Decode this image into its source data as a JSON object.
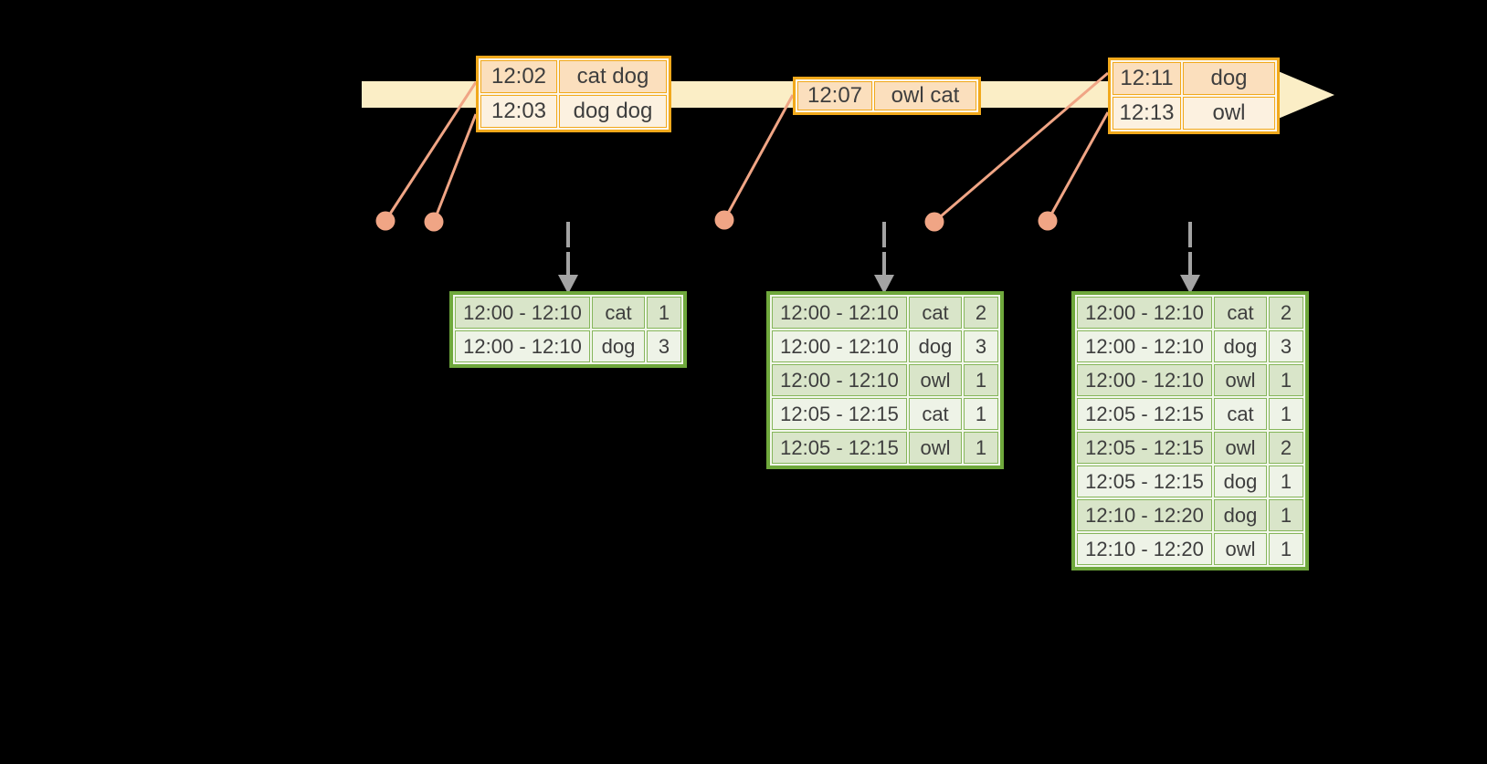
{
  "canvas": {
    "background": "#000000"
  },
  "colors": {
    "canvas_bg": "#000000",
    "timeline_fill": "#fbeec6",
    "event_border": "#f1a91c",
    "event_row_a": "#fbdfbd",
    "event_row_b": "#fcf1e0",
    "event_gap": "#fdf6ea",
    "connector": "#f0a585",
    "trigger_arrow": "#a3a3a3",
    "result_border": "#6fa83c",
    "result_cell_outline": "#86b65b",
    "result_row_a": "#d9e5c9",
    "result_row_b": "#eef3e7",
    "result_gap": "#f3f7ec",
    "text": "#3e3e3e"
  },
  "timeline": {
    "shape": "arrow-right"
  },
  "event_boxes": [
    {
      "rows": [
        {
          "time": "12:02",
          "words": "cat dog"
        },
        {
          "time": "12:03",
          "words": "dog dog"
        }
      ]
    },
    {
      "rows": [
        {
          "time": "12:07",
          "words": "owl cat"
        }
      ]
    },
    {
      "rows": [
        {
          "time": "12:11",
          "words": "dog"
        },
        {
          "time": "12:13",
          "words": "owl"
        }
      ]
    }
  ],
  "result_tables": [
    {
      "rows": [
        [
          "12:00 - 12:10",
          "cat",
          "1"
        ],
        [
          "12:00 - 12:10",
          "dog",
          "3"
        ]
      ]
    },
    {
      "rows": [
        [
          "12:00 - 12:10",
          "cat",
          "2"
        ],
        [
          "12:00 - 12:10",
          "dog",
          "3"
        ],
        [
          "12:00 - 12:10",
          "owl",
          "1"
        ],
        [
          "12:05 - 12:15",
          "cat",
          "1"
        ],
        [
          "12:05 - 12:15",
          "owl",
          "1"
        ]
      ]
    },
    {
      "rows": [
        [
          "12:00 - 12:10",
          "cat",
          "2"
        ],
        [
          "12:00 - 12:10",
          "dog",
          "3"
        ],
        [
          "12:00 - 12:10",
          "owl",
          "1"
        ],
        [
          "12:05 - 12:15",
          "cat",
          "1"
        ],
        [
          "12:05 - 12:15",
          "owl",
          "2"
        ],
        [
          "12:05 - 12:15",
          "dog",
          "1"
        ],
        [
          "12:10 - 12:20",
          "dog",
          "1"
        ],
        [
          "12:10 - 12:20",
          "owl",
          "1"
        ]
      ]
    }
  ]
}
